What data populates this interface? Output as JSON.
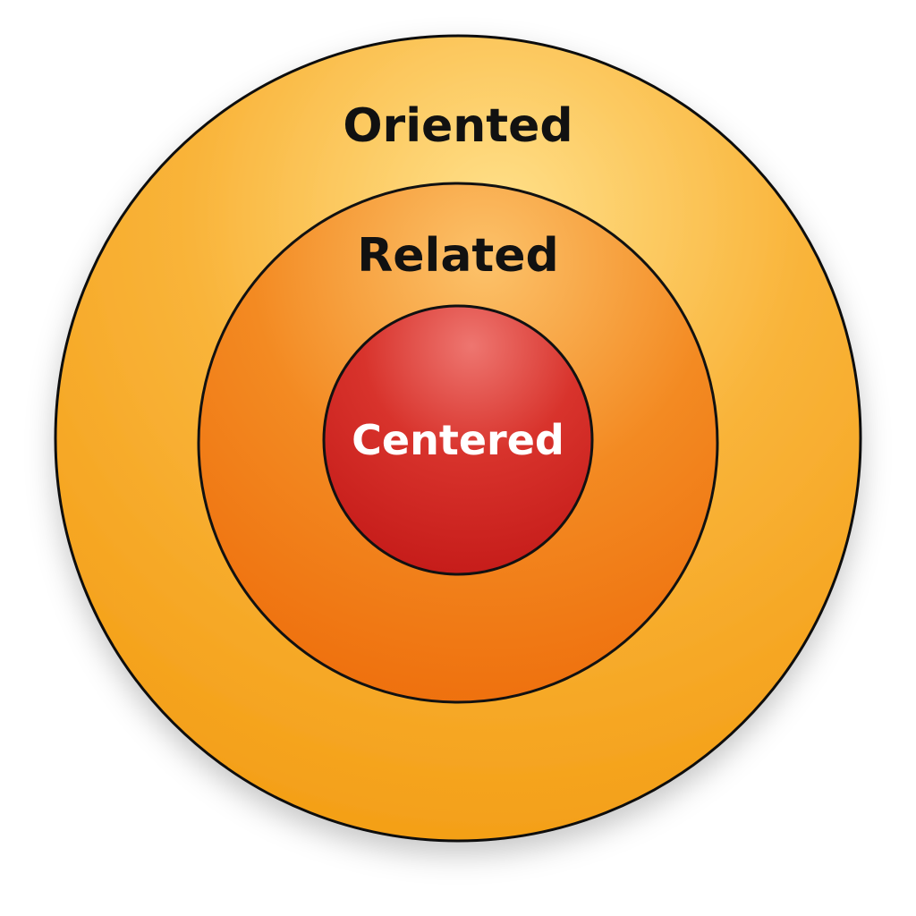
{
  "diagram": {
    "layers": [
      {
        "label": "Oriented",
        "color": "#F7A823",
        "text_color": "#111111"
      },
      {
        "label": "Related",
        "color": "#F38A1E",
        "text_color": "#111111"
      },
      {
        "label": "Centered",
        "color": "#D42A25",
        "text_color": "#FFFFFF"
      }
    ],
    "outline_color": "#111111"
  }
}
